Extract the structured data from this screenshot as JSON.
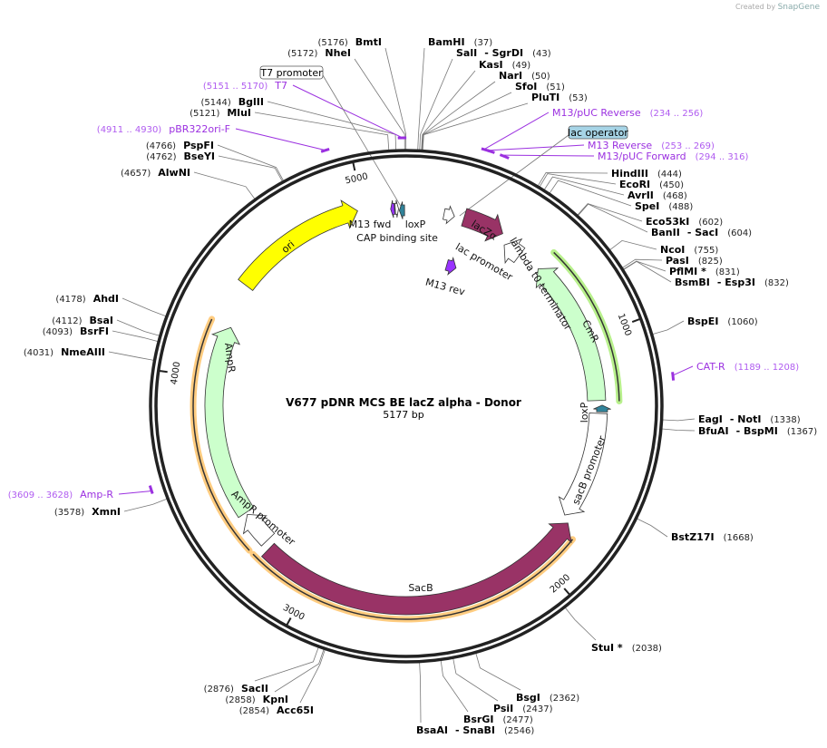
{
  "watermark": {
    "created_by": "Created by",
    "brand": "SnapGene"
  },
  "plasmid": {
    "name": "V677 pDNR MCS BE lacZ alpha - Donor",
    "length_label": "5177 bp",
    "length_bp": 5177
  },
  "ticks": [
    "1000",
    "2000",
    "3000",
    "4000",
    "5000"
  ],
  "features": [
    {
      "name": "ori",
      "start": 4415,
      "end": 4976,
      "dir": "cw",
      "color": "#ffff00"
    },
    {
      "name": "lacZα",
      "start": 245,
      "end": 420,
      "dir": "cw",
      "color": "#993366"
    },
    {
      "name": "lambda t0 terminator",
      "start": 450,
      "end": 530,
      "dir": "ccw",
      "color": "#ffffff"
    },
    {
      "name": "CmR",
      "start": 630,
      "end": 1270,
      "dir": "ccw",
      "color": "#ccffcc"
    },
    {
      "name": "loxP",
      "start": 1290,
      "end": 1318,
      "dir": "ccw",
      "color": "#31849b"
    },
    {
      "name": "sacB promoter",
      "start": 1325,
      "end": 1790,
      "dir": "cw",
      "color": "#ffffff"
    },
    {
      "name": "SacB",
      "start": 1810,
      "end": 3220,
      "dir": "ccw",
      "color": "#993366"
    },
    {
      "name": "AmpR promoter",
      "start": 3250,
      "end": 3390,
      "dir": "cw",
      "color": "#ffffff"
    },
    {
      "name": "AmpR",
      "start": 3400,
      "end": 4230,
      "dir": "cw",
      "color": "#ccffcc"
    },
    {
      "name": "M13 fwd",
      "start": 5112,
      "end": 5128,
      "dir": "ccw",
      "color": "#9933ff"
    },
    {
      "name": "CAP binding site",
      "start": 5131,
      "end": 5145,
      "dir": "cw",
      "color": "#ffffff"
    },
    {
      "name": "loxP",
      "start": 5148,
      "end": 5170,
      "dir": "ccw",
      "color": "#31849b"
    },
    {
      "name": "lac promoter",
      "start": 160,
      "end": 205,
      "dir": "cw",
      "color": "#ffffff"
    },
    {
      "name": "M13 rev",
      "start": 230,
      "end": 285,
      "dir": "cw",
      "color": "#9933ff"
    }
  ],
  "enzymes": [
    {
      "name": "BmtI",
      "pos": "5176"
    },
    {
      "name": "NheI",
      "pos": "5172"
    },
    {
      "name": "BamHI",
      "pos": "37"
    },
    {
      "name": "SalI",
      "name2": "SgrDI",
      "pos": "43"
    },
    {
      "name": "KasI",
      "pos": "49"
    },
    {
      "name": "NarI",
      "pos": "50"
    },
    {
      "name": "SfoI",
      "pos": "51"
    },
    {
      "name": "PluTI",
      "pos": "53"
    },
    {
      "name": "BglII",
      "pos": "5144"
    },
    {
      "name": "MluI",
      "pos": "5121"
    },
    {
      "name": "PspFI",
      "pos": "4766"
    },
    {
      "name": "BseYI",
      "pos": "4762"
    },
    {
      "name": "AlwNI",
      "pos": "4657"
    },
    {
      "name": "HindIII",
      "pos": "444"
    },
    {
      "name": "EcoRI",
      "pos": "450"
    },
    {
      "name": "AvrII",
      "pos": "468"
    },
    {
      "name": "SpeI",
      "pos": "488"
    },
    {
      "name": "Eco53kI",
      "pos": "602"
    },
    {
      "name": "BanII",
      "name2": "SacI",
      "pos": "604"
    },
    {
      "name": "NcoI",
      "pos": "755"
    },
    {
      "name": "PasI",
      "pos": "825"
    },
    {
      "name": "PflMI *",
      "pos": "831"
    },
    {
      "name": "BsmBI",
      "name2": "Esp3I",
      "pos": "832"
    },
    {
      "name": "BspEI",
      "pos": "1060"
    },
    {
      "name": "EagI",
      "name2": "NotI",
      "pos": "1338"
    },
    {
      "name": "BfuAI",
      "name2": "BspMI",
      "pos": "1367"
    },
    {
      "name": "BstZ17I",
      "pos": "1668"
    },
    {
      "name": "StuI *",
      "pos": "2038"
    },
    {
      "name": "BsgI",
      "pos": "2362"
    },
    {
      "name": "PsiI",
      "pos": "2437"
    },
    {
      "name": "BsrGI",
      "pos": "2477"
    },
    {
      "name": "BsaAI",
      "name2": "SnaBI",
      "pos": "2546"
    },
    {
      "name": "SacII",
      "pos": "2876"
    },
    {
      "name": "KpnI",
      "pos": "2858"
    },
    {
      "name": "Acc65I",
      "pos": "2854"
    },
    {
      "name": "AhdI",
      "pos": "4178"
    },
    {
      "name": "BsaI",
      "pos": "4112"
    },
    {
      "name": "BsrFI",
      "pos": "4093"
    },
    {
      "name": "NmeAIII",
      "pos": "4031"
    },
    {
      "name": "XmnI",
      "pos": "3578"
    }
  ],
  "primers": [
    {
      "name": "T7",
      "range": "(5151 .. 5170)",
      "start": 5151,
      "end": 5170
    },
    {
      "name": "pBR322ori-F",
      "range": "(4911 .. 4930)",
      "start": 4911,
      "end": 4930
    },
    {
      "name": "M13/pUC Reverse",
      "range": "(234 .. 256)",
      "start": 234,
      "end": 256
    },
    {
      "name": "M13 Reverse",
      "range": "(253 .. 269)",
      "start": 253,
      "end": 269
    },
    {
      "name": "M13/pUC Forward",
      "range": "(294 .. 316)",
      "start": 294,
      "end": 316
    },
    {
      "name": "CAT-R",
      "range": "(1189 .. 1208)",
      "start": 1189,
      "end": 1208
    },
    {
      "name": "Amp-R",
      "range": "(3609 .. 3628)",
      "start": 3609,
      "end": 3628
    }
  ],
  "boxed_labels": [
    {
      "text": "T7 promoter",
      "pos": 5160,
      "fill": "#ffffff"
    },
    {
      "text": "lac operator",
      "pos": 225,
      "fill": "#a6d4e6"
    }
  ]
}
